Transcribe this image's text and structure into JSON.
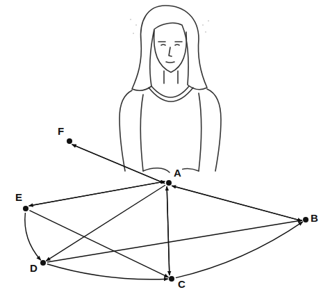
{
  "diagram": {
    "nodes": [
      {
        "text": [
          "F"
        ]
      },
      {
        "text": [
          "A"
        ]
      },
      {
        "text": [
          "E"
        ]
      },
      {
        "text": [
          "B"
        ]
      },
      {
        "text": [
          "D"
        ]
      },
      {
        "text": [
          "C"
        ]
      }
    ],
    "edges": [
      {
        "from": 1,
        "to": 0,
        "arrow": "to"
      },
      {
        "from": 0,
        "to": 1,
        "arrow": "to"
      },
      {
        "from": 1,
        "to": 2,
        "arrow": "to"
      },
      {
        "from": 2,
        "to": 1,
        "arrow": "to"
      },
      {
        "from": 1,
        "to": 3,
        "arrow": "to"
      },
      {
        "from": 3,
        "to": 1,
        "arrow": "to"
      },
      {
        "from": 1,
        "to": 5,
        "arrow": "to"
      },
      {
        "from": 5,
        "to": 1,
        "arrow": "to"
      },
      {
        "from": 1,
        "to": 4,
        "arrow": "to"
      },
      {
        "from": 2,
        "to": 5,
        "arrow": "to"
      },
      {
        "from": 4,
        "to": 3,
        "arrow": "to"
      },
      {
        "from": 2,
        "to": 4,
        "arrow": "to"
      },
      {
        "from": 4,
        "to": 5,
        "arrow": "to"
      },
      {
        "from": 5,
        "to": 3,
        "arrow": "to"
      }
    ]
  }
}
